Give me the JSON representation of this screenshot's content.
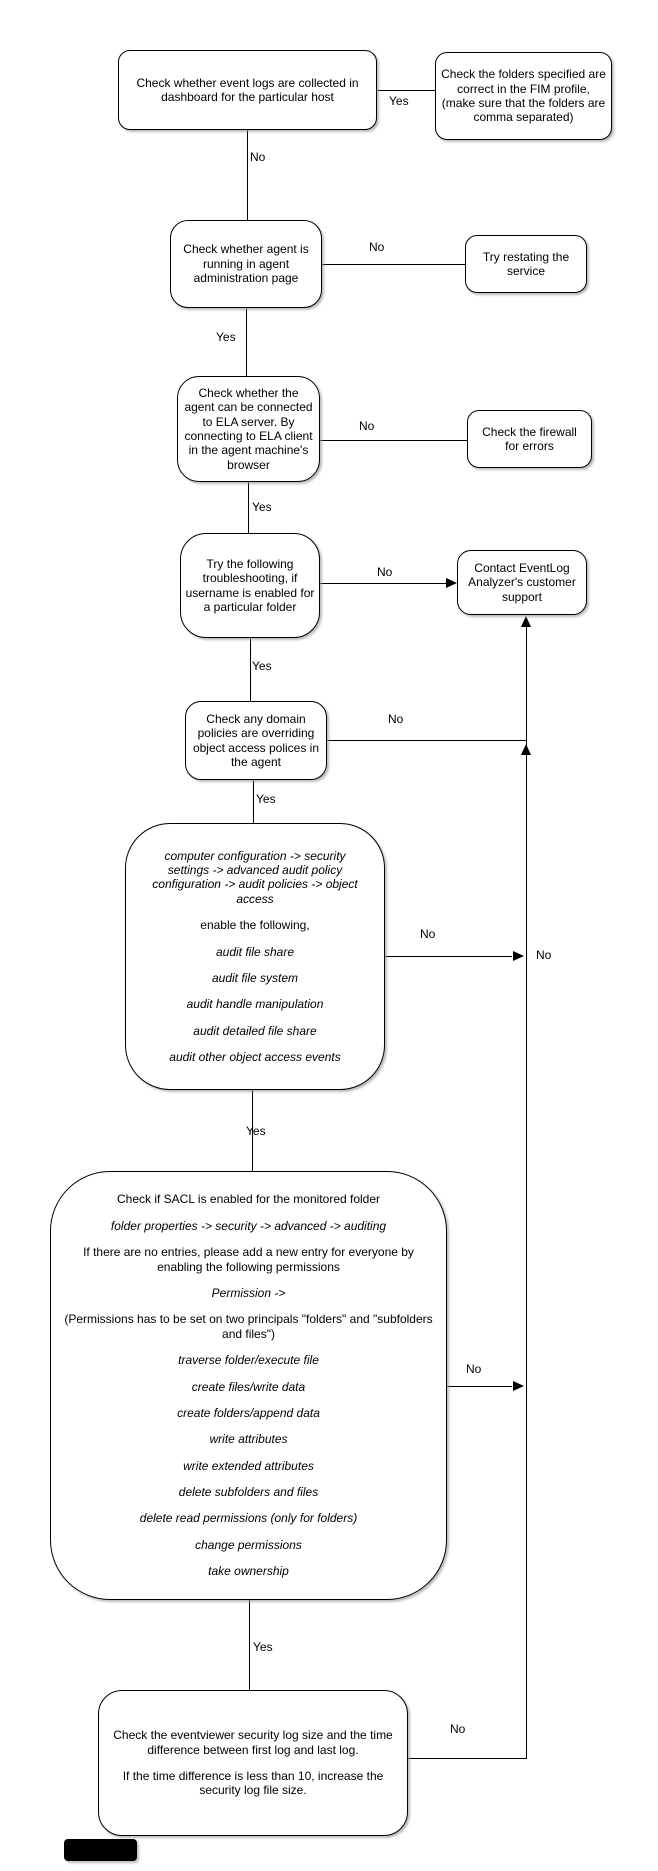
{
  "nodes": {
    "check_event_logs": "Check whether event logs are collected in dashboard for the particular host",
    "check_fim_folders": "Check the folders specified are correct in the FIM profile, (make sure that the folders are comma separated)",
    "check_agent_running": "Check whether agent is running in agent administration page",
    "try_restarting": "Try restating the service",
    "check_agent_connection": "Check whether the agent can be connected to ELA server. By connecting to ELA client in the agent machine's browser",
    "check_firewall": "Check the firewall for errors",
    "try_troubleshooting": "Try the following troubleshooting, if username is enabled for a particular folder",
    "contact_support": "Contact EventLog Analyzer's customer support",
    "check_domain_policies": "Check any domain policies are overriding object access polices in the agent",
    "audit_config": {
      "path": "computer configuration -> security settings -> advanced audit policy configuration -> audit policies -> object access",
      "intro": "enable the following,",
      "items": [
        "audit file share",
        "audit file system",
        "audit handle manipulation",
        "audit detailed file share",
        "audit other object access events"
      ]
    },
    "sacl": {
      "heading": "Check if SACL is enabled for the monitored folder",
      "path": "folder properties -> security -> advanced -> auditing",
      "instruction": "If there are no entries, please add a new entry for everyone by enabling the following permissions",
      "permission": "Permission ->",
      "note": "(Permissions has to be set on two principals \"folders\" and \"subfolders and files\")",
      "items": [
        "traverse folder/execute file",
        "create files/write data",
        "create folders/append data",
        "write attributes",
        "write extended attributes",
        "delete subfolders and files",
        "delete read permissions (only for folders)",
        "change permissions",
        "take ownership"
      ]
    },
    "check_log_size": {
      "line1": "Check the eventviewer security log size and the time difference between first log and last log.",
      "line2": "If the time difference is less than 10, increase the security log file size."
    }
  },
  "edge_labels": [
    "Yes",
    "No",
    "No",
    "Yes",
    "No",
    "Yes",
    "No",
    "Yes",
    "No",
    "Yes",
    "No",
    "No",
    "Yes",
    "No",
    "Yes",
    "No"
  ]
}
